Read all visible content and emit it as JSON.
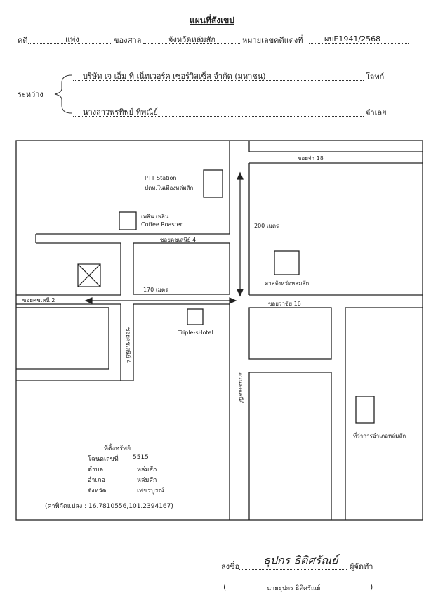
{
  "header": {
    "title": "แผนที่สังเขป",
    "case_label": "คดี",
    "case_type": "แพ่ง",
    "court_label": "ของศาล",
    "court_name": "จังหวัดหล่มสัก",
    "red_no_label": "หมายเลขคดีแดงที่",
    "red_no": "ผบE1941/2568"
  },
  "parties": {
    "between_label": "ระหว่าง",
    "plaintiff": "บริษัท เจ เอ็ม ที เน็ทเวอร์ค เซอร์วิสเซ็ส จำกัด (มหาชน)",
    "plaintiff_role": "โจทก์",
    "defendant": "นางสาวพรทิพย์ ทิพณีย์",
    "defendant_role": "จำเลย"
  },
  "map": {
    "roads": {
      "soi_18": "ซอยจ่า 18",
      "soi_kochasen_4_top": "ซอยคชเสนีย์ 4",
      "soi_kochasen_2": "ซอยคชเสนี 2",
      "soi_wachai_16": "ซอยวาชัย 16",
      "soi_kochasen_4_vertical": "ซอยคชเสนีย์ 4",
      "kochasen_road": "ถนนคชเสนีย์"
    },
    "distances": {
      "vertical": "200 เมตร",
      "horizontal": "170 เมตร"
    },
    "landmarks": {
      "ptt_en": "PTT Station",
      "ptt_th": "ปตท.ในเมืองหล่มสัก",
      "cafe_th": "เพลิน เพลิน",
      "cafe_en": "Coffee Roaster",
      "court": "ศาลจังหวัดหล่มสัก",
      "hotel": "Triple-sHotel",
      "district_office": "ที่ว่าการอำเภอหล่มสัก"
    },
    "property": {
      "title": "ที่ตั้งทรัพย์",
      "deed_label": "โฉนดเลขที่",
      "deed_no": "5515",
      "subdistrict_label": "ตำบล",
      "subdistrict": "หล่มสัก",
      "district_label": "อำเภอ",
      "district": "หล่มสัก",
      "province_label": "จังหวัด",
      "province": "เพชรบูรณ์",
      "coords": "(ค่าพิกัดแปลง : 16.7810556,101.2394167)"
    }
  },
  "footer": {
    "sign_label": "ลงชื่อ",
    "signature": "ธุปกร ธิติศรัณย์",
    "role": "ผู้จัดทำ",
    "name_open": "(",
    "name": "นายธุปกร ธิติศรัณย์",
    "name_close": ")"
  }
}
